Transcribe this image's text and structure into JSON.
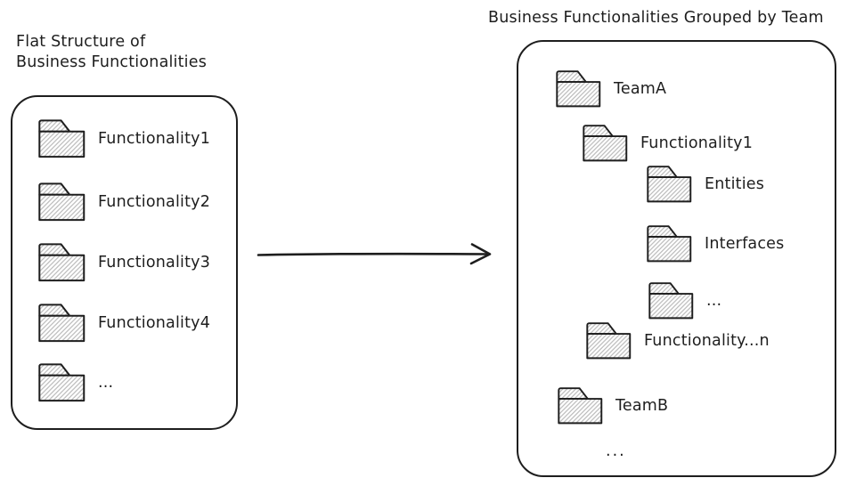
{
  "colors": {
    "stroke": "#1e1e1e",
    "hatch_line": "#b9b9b9",
    "background": "#ffffff"
  },
  "left_panel": {
    "title": "Flat Structure of\nBusiness Functionalities",
    "items": [
      {
        "label": "Functionality1",
        "icon": "folder"
      },
      {
        "label": "Functionality2",
        "icon": "folder"
      },
      {
        "label": "Functionality3",
        "icon": "folder"
      },
      {
        "label": "Functionality4",
        "icon": "folder"
      },
      {
        "label": "...",
        "icon": "folder"
      }
    ]
  },
  "arrow": {
    "direction": "left-to-right"
  },
  "right_panel": {
    "title": "Business Functionalities Grouped by Team",
    "items": [
      {
        "label": "TeamA",
        "depth": 1,
        "icon": "folder"
      },
      {
        "label": "Functionality1",
        "depth": 2,
        "icon": "folder"
      },
      {
        "label": "Entities",
        "depth": 3,
        "icon": "folder"
      },
      {
        "label": "Interfaces",
        "depth": 3,
        "icon": "folder"
      },
      {
        "label": "...",
        "depth": 3,
        "icon": "folder"
      },
      {
        "label": "Functionality...n",
        "depth": 2,
        "icon": "folder"
      },
      {
        "label": "TeamB",
        "depth": 1,
        "icon": "folder"
      },
      {
        "label": "...",
        "depth": 2,
        "icon": "none"
      }
    ]
  }
}
